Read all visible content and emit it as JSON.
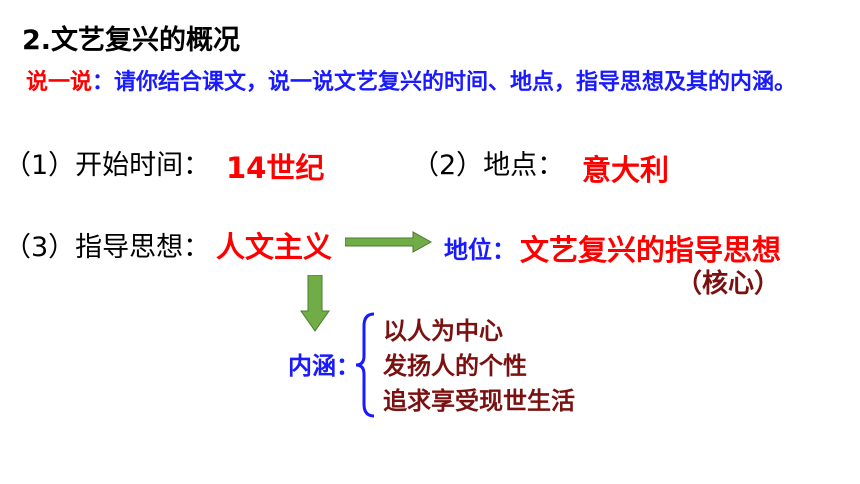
{
  "title": "2.文艺复兴的概况",
  "prompt": {
    "lead": "说一说",
    "body": "：请你结合课文，说一说文艺复兴的时间、地点，指导思想及其的内涵。"
  },
  "item1": {
    "label": "（1）开始时间：",
    "value": "14世纪"
  },
  "item2": {
    "label": "（2）地点：",
    "value": "意大利"
  },
  "item3": {
    "label": "（3）指导思想：",
    "value": "人文主义"
  },
  "status": {
    "label": "地位：",
    "value": "文艺复兴的指导思想",
    "note": "（核心）"
  },
  "connotation": {
    "label": "内涵：",
    "items": [
      "以人为中心",
      "发扬人的个性",
      "追求享受现世生活"
    ]
  },
  "colors": {
    "accent_red": "#ff0000",
    "blue": "#1a1aff",
    "dark_red": "#7a1010",
    "arrow_green": "#70ad47"
  }
}
